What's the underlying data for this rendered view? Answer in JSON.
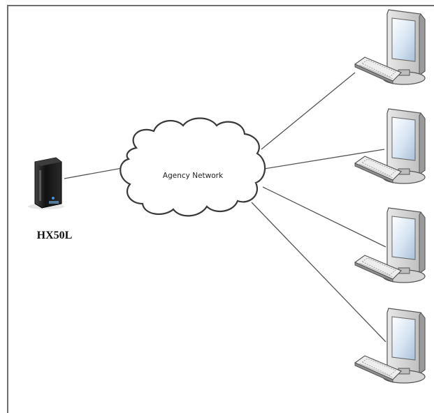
{
  "diagram": {
    "network_label": "Agency Network",
    "device_label": "HX50L",
    "device_icon": "server-tower-icon",
    "client_icon": "desktop-computer-icon",
    "client_count": 4,
    "colors": {
      "frame": "#6e6e6e",
      "link": "#555555",
      "cloud_fill": "#ffffff",
      "cloud_stroke": "#3a3a3a",
      "device_body": "#1c1c1c"
    }
  }
}
